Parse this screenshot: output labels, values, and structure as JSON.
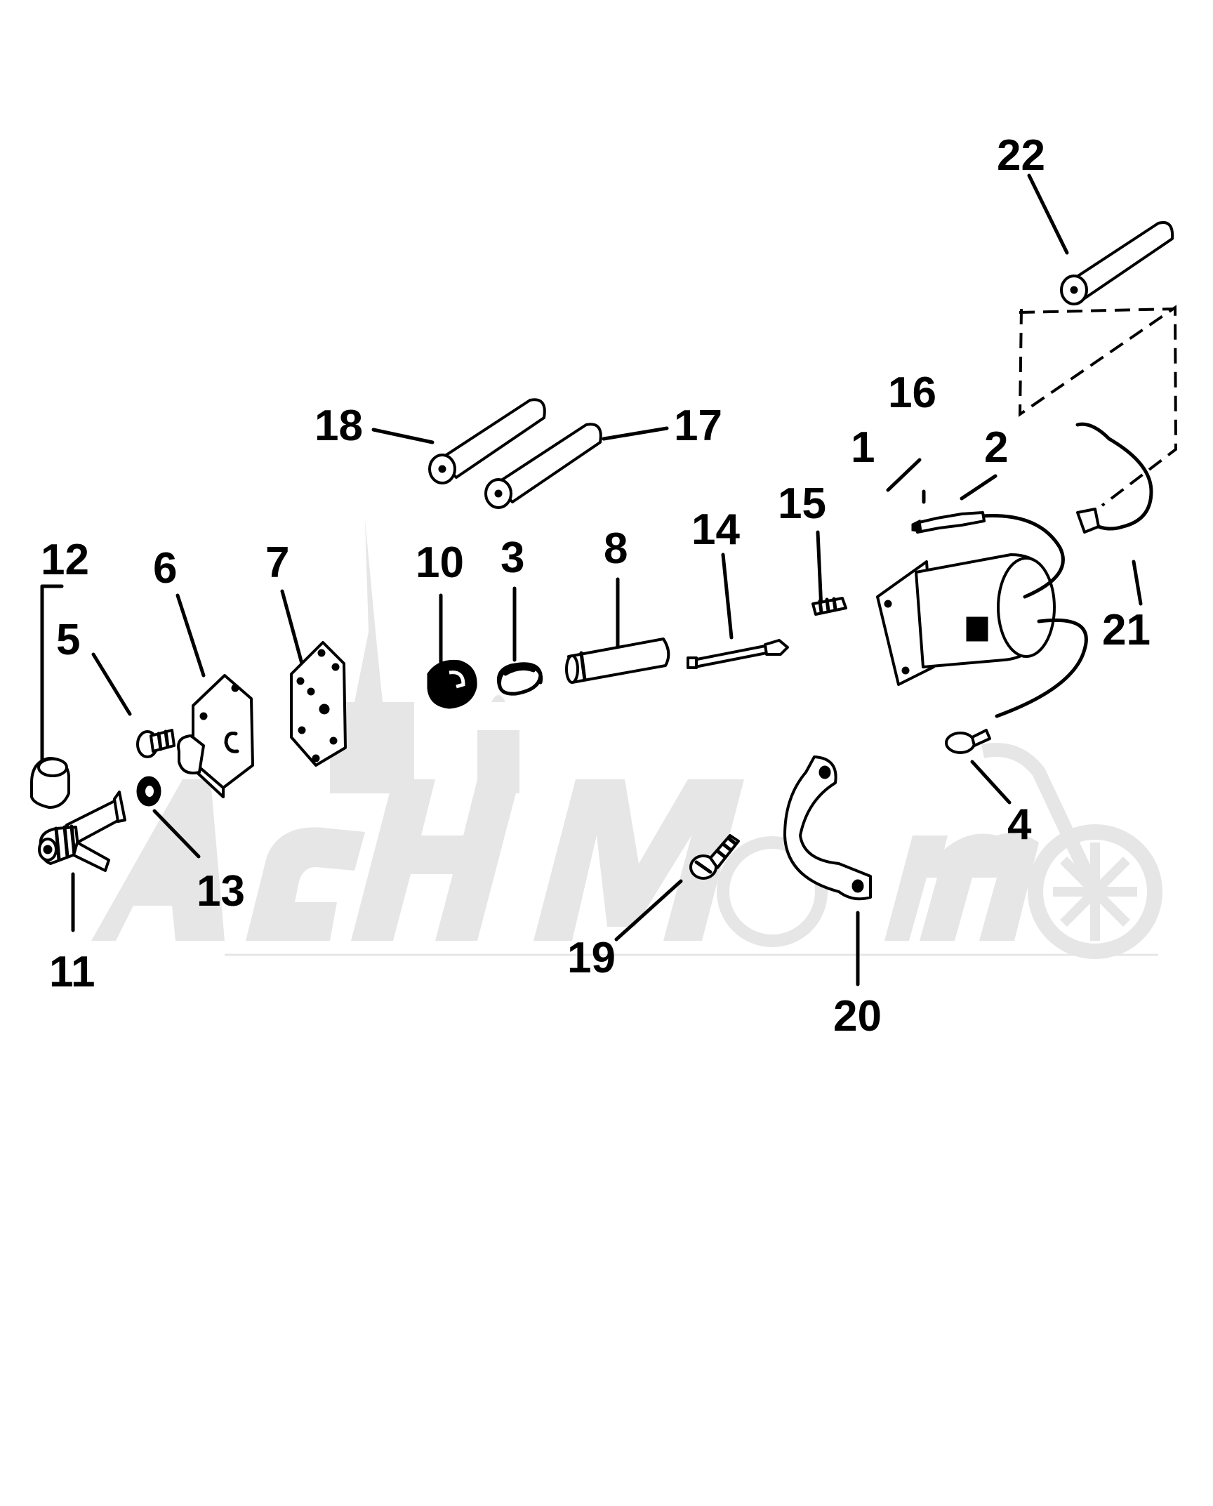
{
  "diagram": {
    "callouts": [
      {
        "id": "1",
        "label": "1"
      },
      {
        "id": "2",
        "label": "2"
      },
      {
        "id": "3",
        "label": "3"
      },
      {
        "id": "4",
        "label": "4"
      },
      {
        "id": "5",
        "label": "5"
      },
      {
        "id": "6",
        "label": "6"
      },
      {
        "id": "7",
        "label": "7"
      },
      {
        "id": "8",
        "label": "8"
      },
      {
        "id": "10",
        "label": "10"
      },
      {
        "id": "11",
        "label": "11"
      },
      {
        "id": "12",
        "label": "12"
      },
      {
        "id": "13",
        "label": "13"
      },
      {
        "id": "14",
        "label": "14"
      },
      {
        "id": "15",
        "label": "15"
      },
      {
        "id": "16",
        "label": "16"
      },
      {
        "id": "17",
        "label": "17"
      },
      {
        "id": "18",
        "label": "18"
      },
      {
        "id": "19",
        "label": "19"
      },
      {
        "id": "20",
        "label": "20"
      },
      {
        "id": "21",
        "label": "21"
      },
      {
        "id": "22",
        "label": "22"
      }
    ]
  },
  "watermark": {
    "text": "AchiMoto",
    "color": "#e6e6e6"
  }
}
